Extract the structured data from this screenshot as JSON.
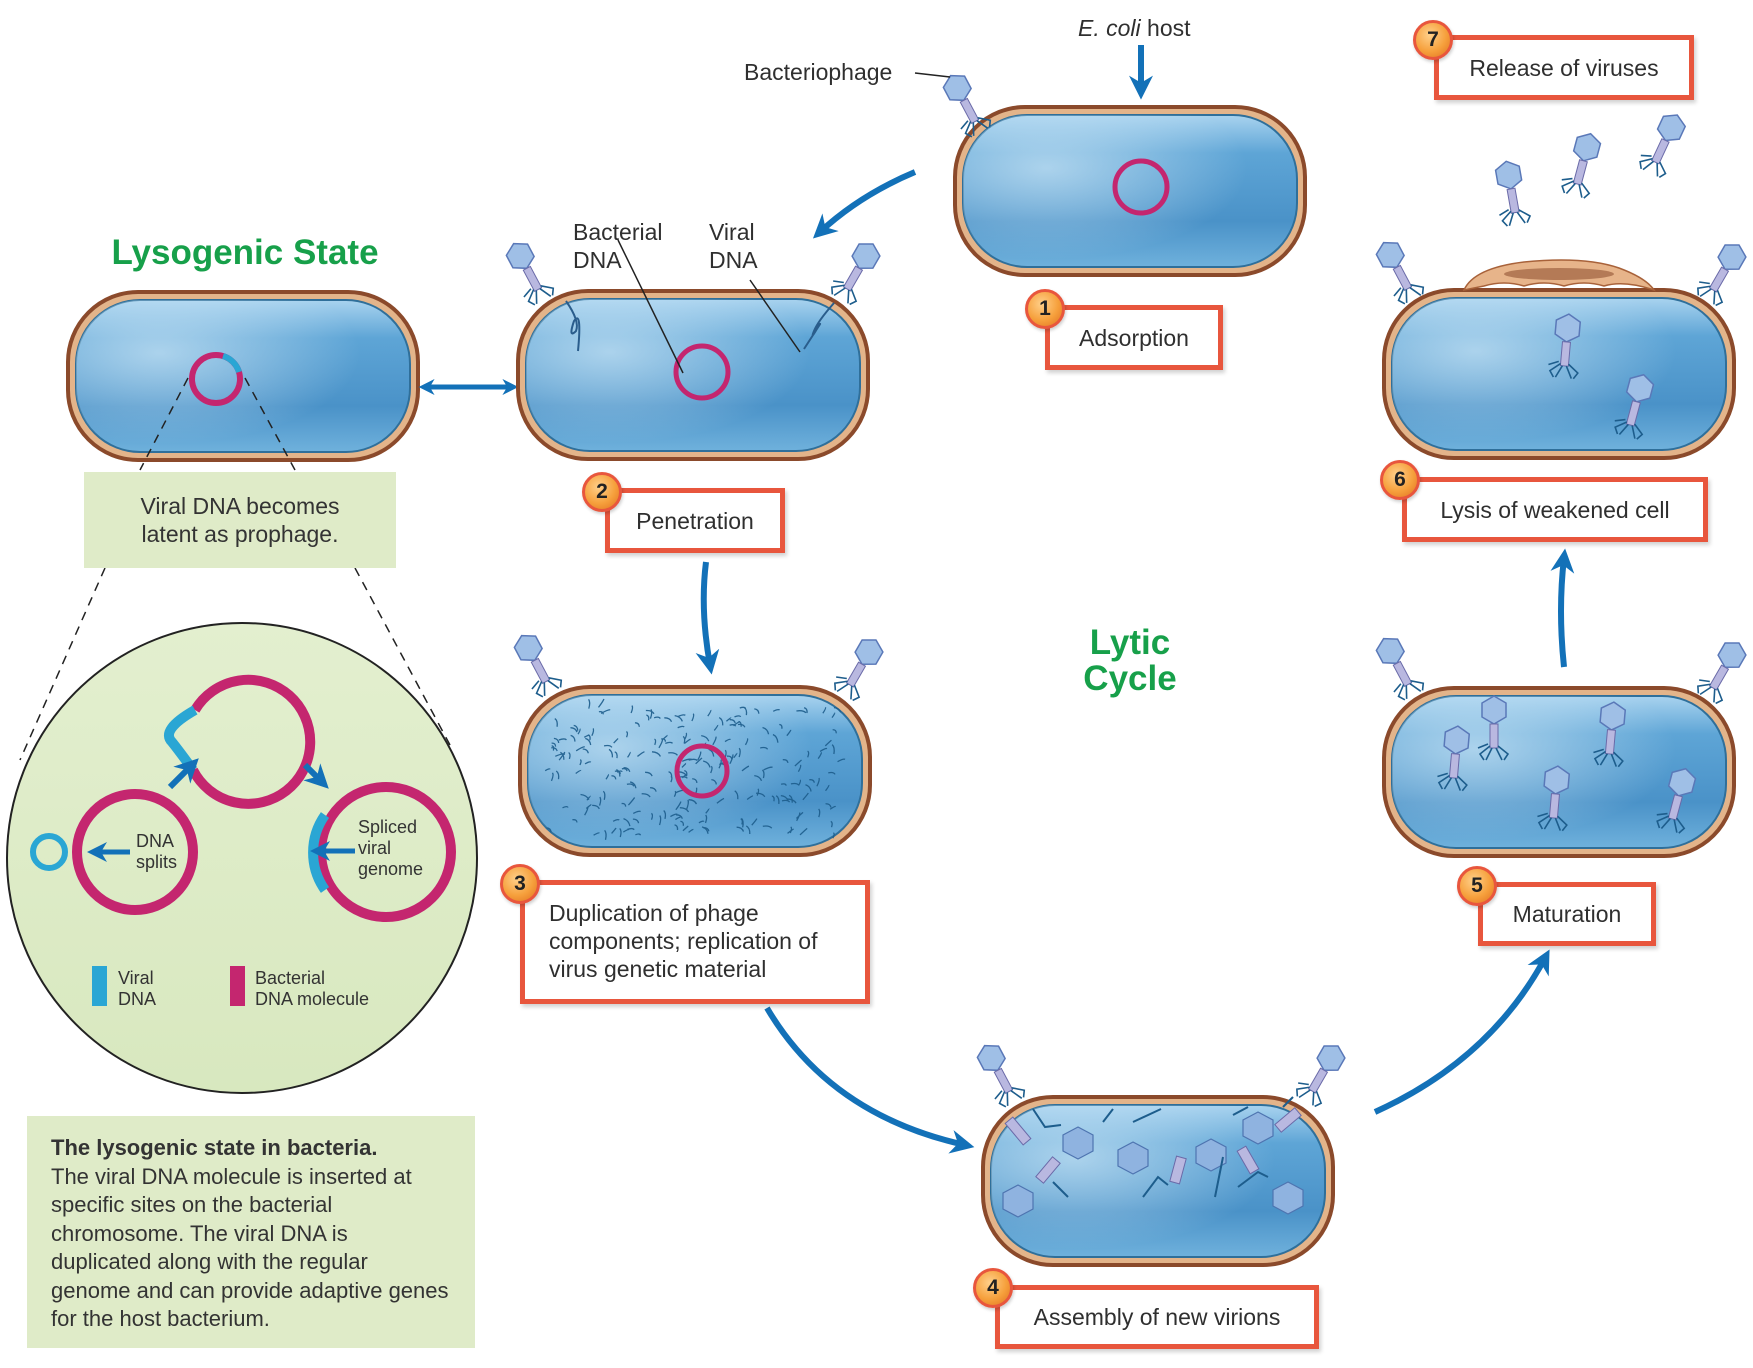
{
  "title_lysogenic": "Lysogenic State",
  "title_lytic": "Lytic\nCycle",
  "labels": {
    "ecoli_italic": "E. coli",
    "ecoli_rest": " host",
    "bacteriophage": "Bacteriophage",
    "bacterial_dna": "Bacterial\nDNA",
    "viral_dna": "Viral\nDNA"
  },
  "steps": [
    {
      "number": "1",
      "label": "Adsorption"
    },
    {
      "number": "2",
      "label": "Penetration"
    },
    {
      "number": "3",
      "label": "Duplication of phage\ncomponents; replication of\nvirus genetic material"
    },
    {
      "number": "4",
      "label": "Assembly of new virions"
    },
    {
      "number": "5",
      "label": "Maturation"
    },
    {
      "number": "6",
      "label": "Lysis of weakened cell"
    },
    {
      "number": "7",
      "label": "Release of viruses"
    }
  ],
  "prophage_note": "Viral DNA becomes\nlatent as prophage.",
  "inset": {
    "dna_splits": "DNA\nsplits",
    "spliced": "Spliced\nviral\ngenome",
    "legend_viral": "Viral\nDNA",
    "legend_bacterial": "Bacterial\nDNA molecule"
  },
  "summary": {
    "heading": "The lysogenic state in bacteria.",
    "body": "The viral DNA molecule is inserted at specific sites on the bacterial chromosome. The viral DNA is duplicated along with the regular genome and can provide adaptive genes for the host bacterium."
  },
  "colors": {
    "box_border": "#e8563d",
    "arrow_blue": "#1371b8",
    "title_green": "#17a04a",
    "bacterial_dna": "#c4266f",
    "viral_dna": "#2aa6d4",
    "note_bg": "#dfebc8"
  }
}
